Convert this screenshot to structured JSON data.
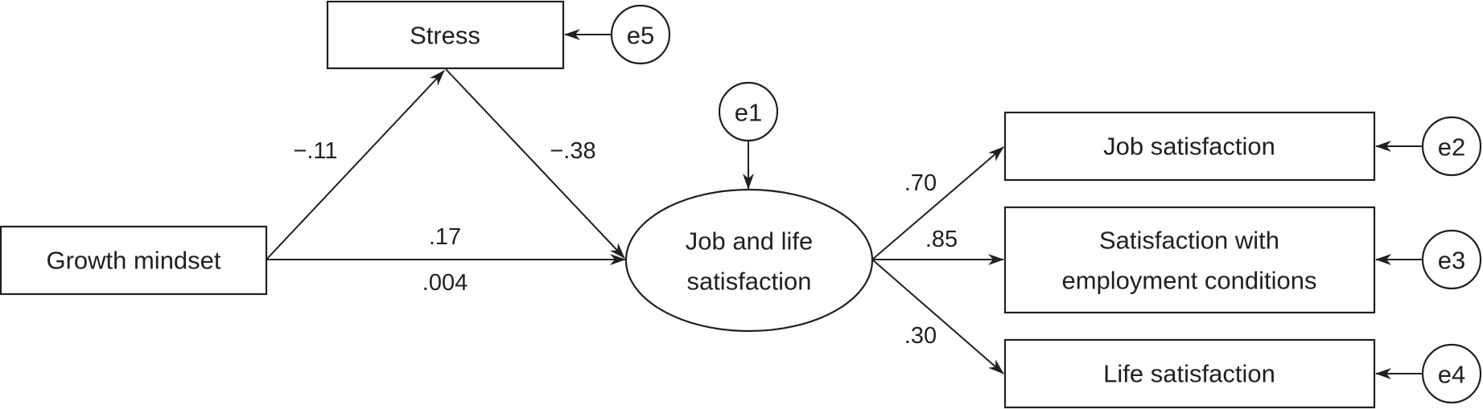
{
  "diagram": {
    "colors": {
      "stroke": "#231f20",
      "background": "#ffffff"
    },
    "nodes": {
      "stress": "Stress",
      "growth_mindset": "Growth mindset",
      "latent_line1": "Job and life",
      "latent_line2": "satisfaction",
      "job_satisfaction": "Job satisfaction",
      "employment_line1": "Satisfaction with",
      "employment_line2": "employment conditions",
      "life_satisfaction": "Life satisfaction"
    },
    "errors": {
      "e1": "e1",
      "e2": "e2",
      "e3": "e3",
      "e4": "e4",
      "e5": "e5"
    },
    "paths": {
      "growth_to_stress": "−.11",
      "stress_to_latent": "−.38",
      "growth_to_latent_top": ".17",
      "growth_to_latent_bottom": ".004",
      "latent_to_job": ".70",
      "latent_to_employment": ".85",
      "latent_to_life": ".30"
    }
  }
}
